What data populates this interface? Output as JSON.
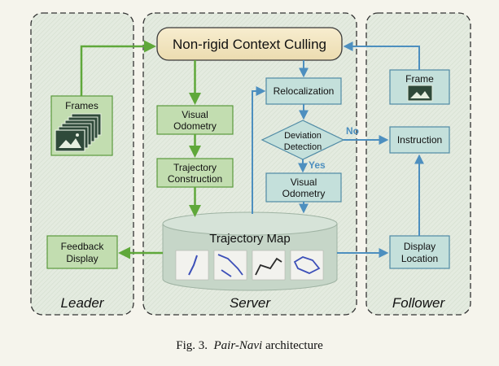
{
  "panels": {
    "leader": "Leader",
    "server": "Server",
    "follower": "Follower"
  },
  "boxes": {
    "culling": "Non-rigid Context Culling",
    "frames": "Frames",
    "feedback_1": "Feedback",
    "feedback_2": "Display",
    "vo_left_1": "Visual",
    "vo_left_2": "Odometry",
    "traj_1": "Trajectory",
    "traj_2": "Construction",
    "reloc": "Relocalization",
    "deviation_1": "Deviation",
    "deviation_2": "Detection",
    "vo_right_1": "Visual",
    "vo_right_2": "Odometry",
    "frame": "Frame",
    "instruction": "Instruction",
    "display_1": "Display",
    "display_2": "Location",
    "map": "Trajectory Map"
  },
  "edge_labels": {
    "no": "No",
    "yes": "Yes"
  },
  "caption": {
    "prefix": "Fig. 3.",
    "italic": "Pair-Navi",
    "suffix": "architecture"
  },
  "colors": {
    "green_fill": "#c2ddb0",
    "green_stroke": "#5a9a3c",
    "green_arrow": "#5fa83a",
    "blue_fill": "#c4e0db",
    "blue_stroke": "#4f8aa5",
    "blue_arrow": "#4d8fbf",
    "culling_fill": "#f3e6c2",
    "panel_fill": "#e4ebe0",
    "map_fill": "#c6d6c8"
  }
}
